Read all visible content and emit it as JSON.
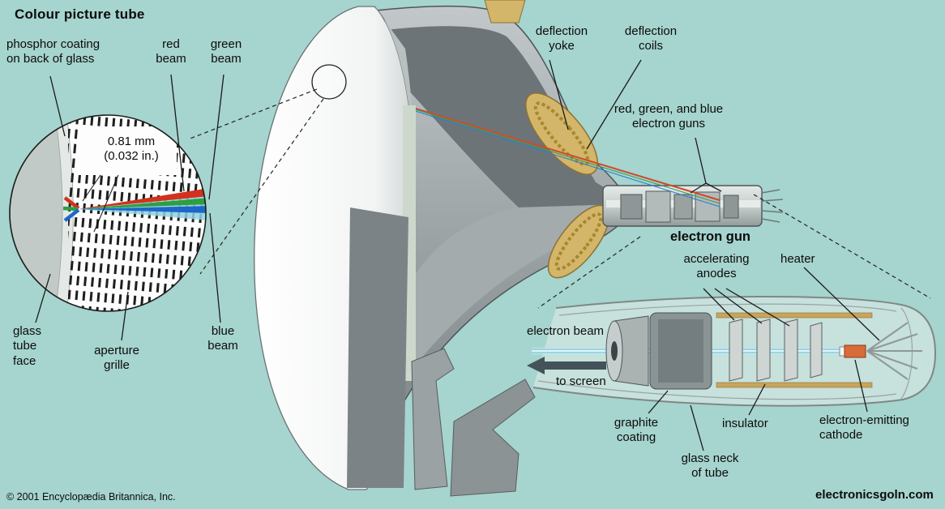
{
  "title": "Colour picture tube",
  "labels": {
    "phosphor_coating": "phosphor coating\non back of glass",
    "red_beam": "red\nbeam",
    "green_beam": "green\nbeam",
    "blue_beam": "blue\nbeam",
    "measurement": "0.81 mm\n(0.032 in.)",
    "glass_tube_face": "glass\ntube\nface",
    "aperture_grille": "aperture\ngrille",
    "deflection_yoke": "deflection\nyoke",
    "deflection_coils": "deflection\ncoils",
    "rgb_electron_guns": "red, green, and blue\nelectron guns",
    "electron_gun_heading": "electron gun",
    "accelerating_anodes": "accelerating\nanodes",
    "heater": "heater",
    "electron_beam": "electron beam",
    "to_screen": "to screen",
    "graphite_coating": "graphite\ncoating",
    "insulator": "insulator",
    "electron_emitting_cathode": "electron-emitting\ncathode",
    "glass_neck_of_tube": "glass neck\nof tube"
  },
  "footer": {
    "copyright": "© 2001 Encyclopædia Britannica, Inc.",
    "watermark": "electronicsgoln.com"
  },
  "colors": {
    "background": "#a6d4ce",
    "red_beam": "#d3311c",
    "green_beam": "#2e9e40",
    "blue_beam": "#1d67c9",
    "cyan_beam": "#8fd2e0",
    "yoke_tan": "#d3b66a",
    "tube_gray": "#8b9495"
  }
}
